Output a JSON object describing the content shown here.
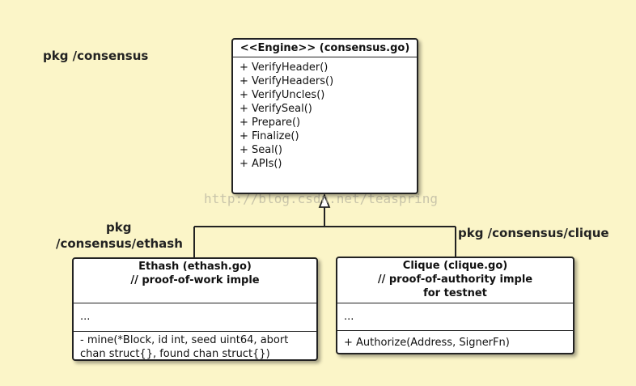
{
  "packages": {
    "consensus": "pkg /consensus",
    "ethash_line1": "pkg",
    "ethash_line2": "/consensus/ethash",
    "clique": "pkg /consensus/clique"
  },
  "engine": {
    "title": "<<Engine>> (consensus.go)",
    "methods": [
      "+ VerifyHeader()",
      "+ VerifyHeaders()",
      "+ VerifyUncles()",
      "+ VerifySeal()",
      "+ Prepare()",
      "+ Finalize()",
      "+ Seal()",
      "+ APIs()"
    ]
  },
  "ethash": {
    "title_line1": "Ethash (ethash.go)",
    "title_line2": "// proof-of-work imple",
    "fields": "...",
    "method_line1": "- mine(*Block, id int, seed uint64, abort",
    "method_line2": "chan struct{}, found chan struct{})"
  },
  "clique": {
    "title_line1": "Clique (clique.go)",
    "title_line2": "// proof-of-authority imple",
    "title_line3": "for testnet",
    "fields": "...",
    "method": "+ Authorize(Address, SignerFn)"
  },
  "watermark": "http://blog.csdn.net/teaspring"
}
